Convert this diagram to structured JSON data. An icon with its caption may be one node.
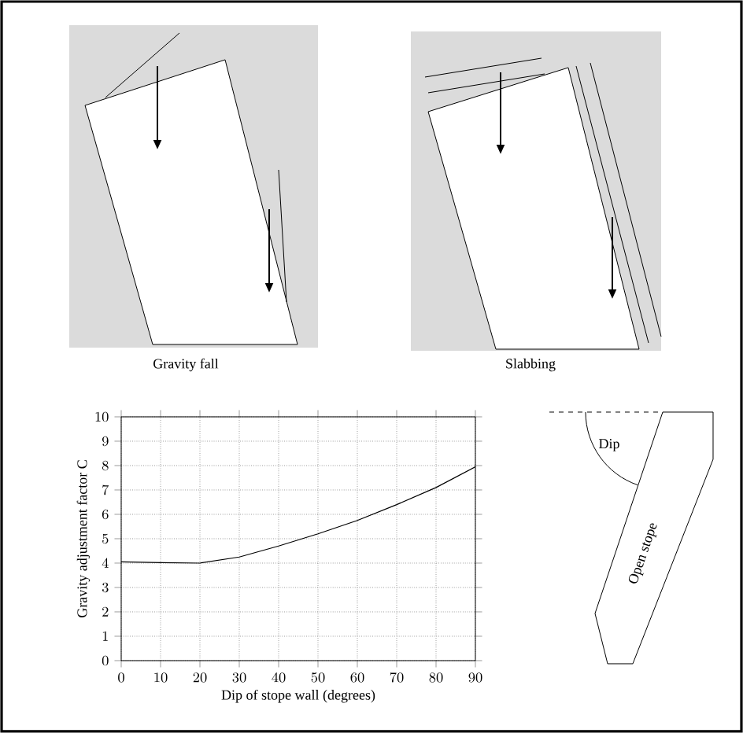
{
  "diagram": {
    "nodes": [
      {
        "text": [
          "Open stope"
        ]
      }
    ],
    "labels": [
      "Gravity fall",
      "Slabbing",
      "Dip"
    ],
    "chart_data": {
      "type": "line",
      "xlabel": "Dip of stope wall (degrees)",
      "ylabel": "Gravity adjustment factor C",
      "x": [
        0,
        10,
        20,
        30,
        40,
        50,
        60,
        70,
        80,
        90
      ],
      "series": [
        {
          "values": [
            4.05,
            4.02,
            4.0,
            4.25,
            4.7,
            5.2,
            5.75,
            6.4,
            7.1,
            7.95
          ]
        }
      ],
      "grid": true,
      "xlim": [
        0,
        90
      ],
      "ylim": [
        0,
        10
      ],
      "xticks": [
        0,
        10,
        20,
        30,
        40,
        50,
        60,
        70,
        80,
        90
      ],
      "yticks": [
        0,
        1,
        2,
        3,
        4,
        5,
        6,
        7,
        8,
        9,
        10
      ]
    }
  }
}
